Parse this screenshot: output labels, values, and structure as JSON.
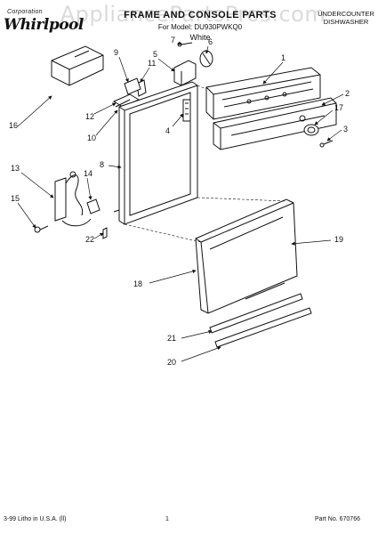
{
  "header": {
    "brand": "Whirlpool",
    "brand_tagline": "Corporation",
    "title": "FRAME AND CONSOLE PARTS",
    "model_line": "For Model: DU930PWKQ0",
    "color": "White",
    "appliance_type": [
      "UNDERCOUNTER",
      "DISHWASHER"
    ]
  },
  "watermark": "AppliancePartsPros.com",
  "callouts": [
    "1",
    "2",
    "3",
    "4",
    "5",
    "6",
    "7",
    "8",
    "9",
    "10",
    "11",
    "12",
    "13",
    "14",
    "15",
    "16",
    "17",
    "18",
    "19",
    "20",
    "21",
    "22"
  ],
  "footer": {
    "left": "3-99 Litho in U.S.A. (ll)",
    "center": "1",
    "right": "Part No. 670766"
  },
  "colors": {
    "line": "#111111",
    "watermark": "#969696",
    "background": "#ffffff"
  }
}
